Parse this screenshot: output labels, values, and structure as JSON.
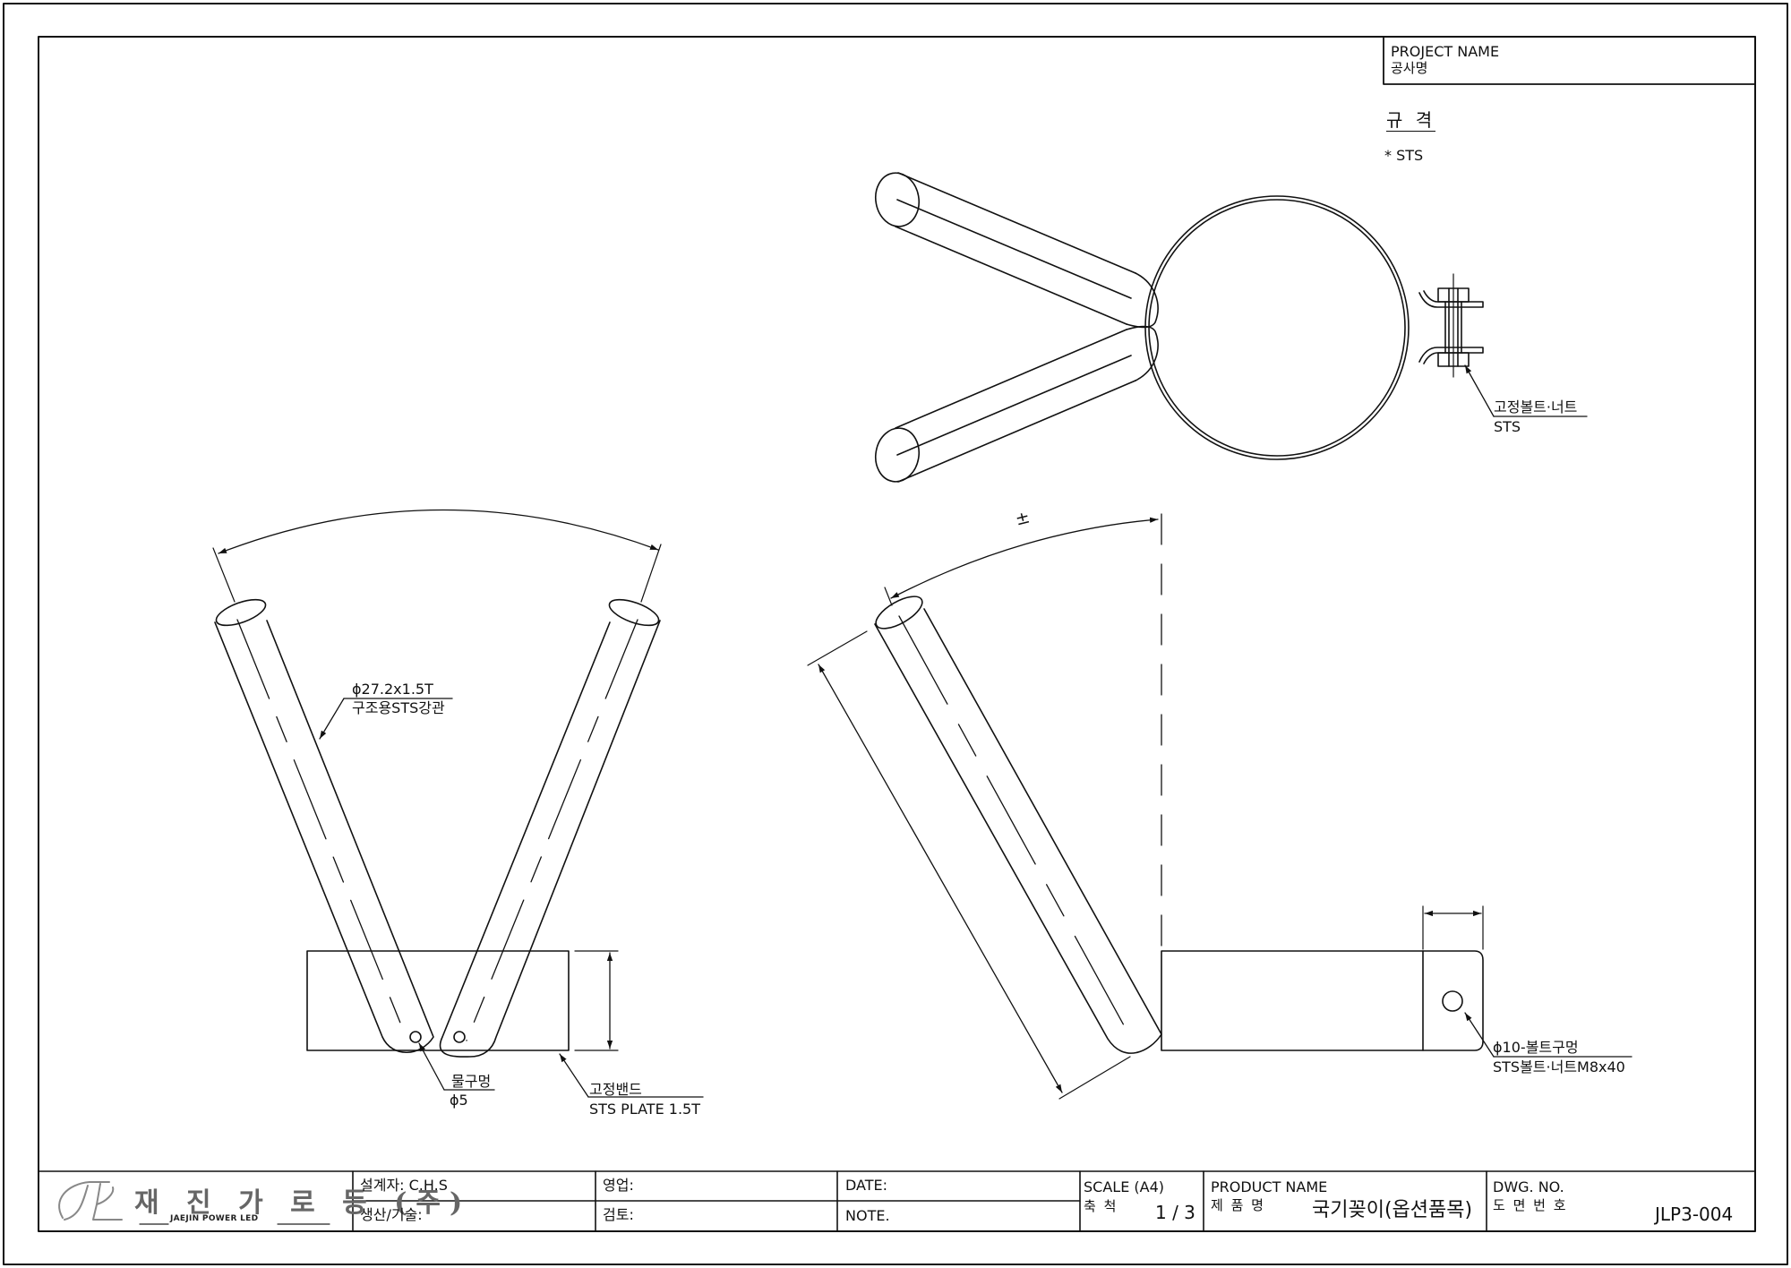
{
  "title_block": {
    "company_name": "재 진 가 로 등 (주)",
    "company_name_en": "JAEJIN POWER LED",
    "designer": "설계자: C.H.S",
    "production": "생산/기술:",
    "sales": "영업:",
    "review": "검토:",
    "date": "DATE:",
    "note": "NOTE.",
    "scale_label": "SCALE (A4)",
    "scale_ko": "축 척",
    "scale_value": "1 / 3",
    "product_label": "PRODUCT NAME",
    "product_ko": "제 품 명",
    "product_value": "국기꽂이(옵션품목)",
    "dwg_label": "DWG. NO.",
    "dwg_ko": "도 면 번 호",
    "dwg_value": "JLP3-004"
  },
  "project": {
    "label": "PROJECT NAME",
    "ko": "공사명"
  },
  "spec": {
    "title": "규 격",
    "item": "* STS"
  },
  "annotations": {
    "pipe_dim": "ϕ27.2x1.5T",
    "pipe_material": "구조용STS강관",
    "drain_hole": "물구멍",
    "drain_dia": "ϕ5",
    "band": "고정밴드",
    "band_material": "STS PLATE 1.5T",
    "bolt_nut": "고정볼트·너트",
    "bolt_material": "STS",
    "bolt_hole": "ϕ10-볼트구멍",
    "bolt_spec": "STS볼트·너트M8x40",
    "angle_tol": "±"
  },
  "colors": {
    "line": "#111111",
    "logo": "#777777"
  }
}
